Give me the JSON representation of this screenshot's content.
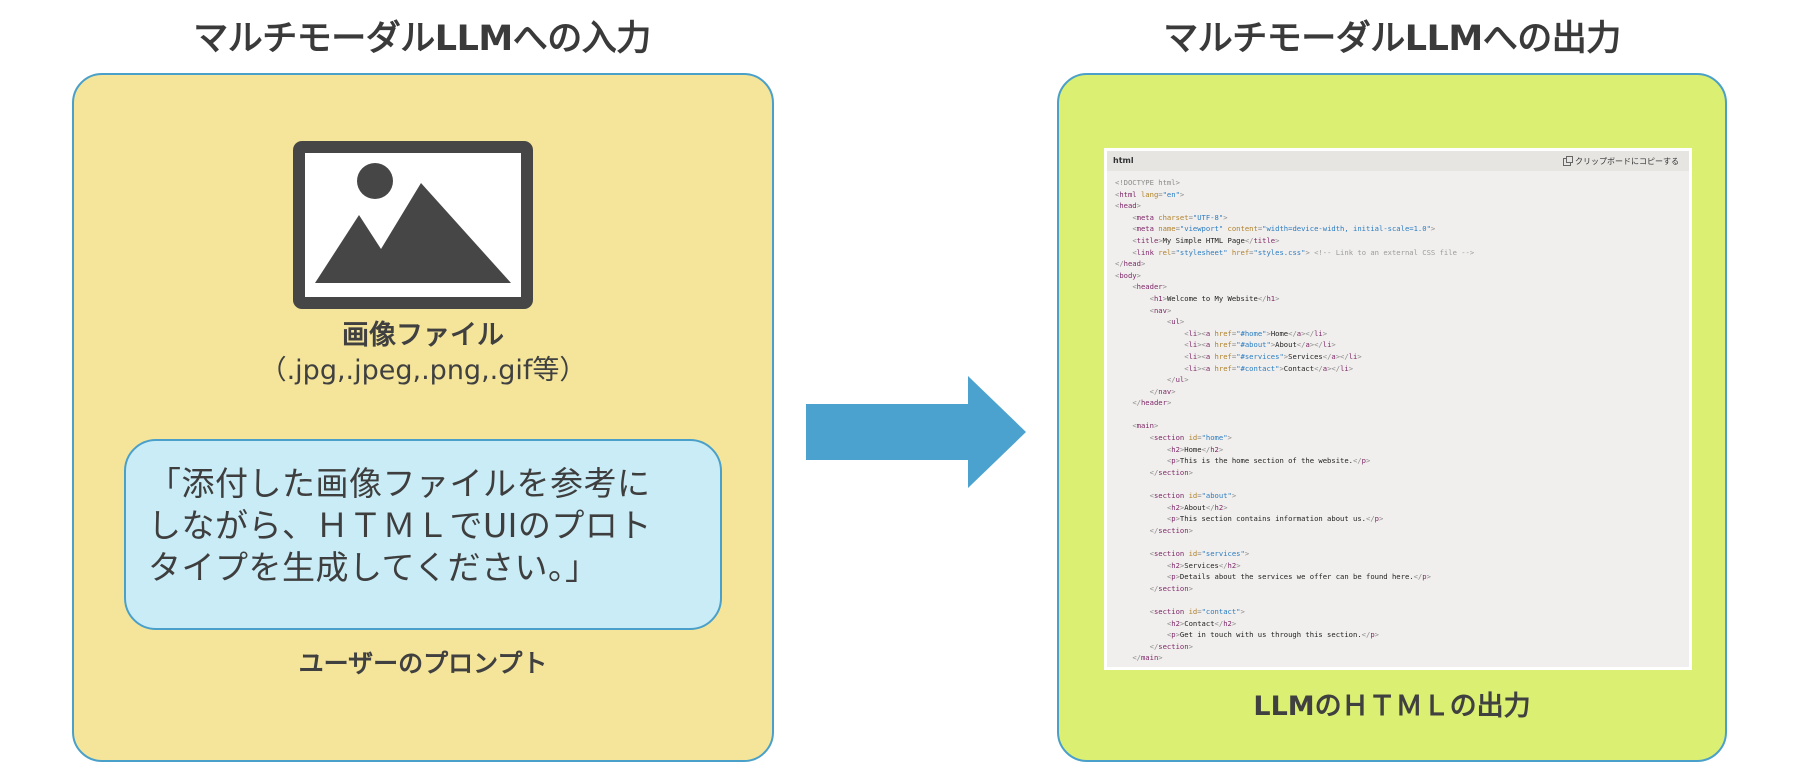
{
  "left": {
    "heading": "マルチモーダルLLMへの入力",
    "file_label": "画像ファイル",
    "file_types": "（.jpg,.jpeg,.png,.gif等）",
    "prompt_lines": [
      "「添付した画像ファイルを参考に",
      "しながら、ＨＴＭＬでUIのプロト",
      "タイプを生成してください。」"
    ],
    "prompt_label": "ユーザーのプロンプト",
    "image_icon": "image-icon"
  },
  "right": {
    "heading": "マルチモーダルLLMへの出力",
    "output_label": "LLMのＨＴＭＬの出力",
    "code": {
      "language": "html",
      "copy_label": "クリップボードにコピーする",
      "lines": [
        [
          [
            "p",
            "<!DOCTYPE html>"
          ]
        ],
        [
          [
            "p",
            "<"
          ],
          [
            "t",
            "html"
          ],
          [
            "a",
            " lang"
          ],
          [
            "p",
            "="
          ],
          [
            "v",
            "\"en\""
          ],
          [
            "p",
            ">"
          ]
        ],
        [
          [
            "p",
            "<"
          ],
          [
            "t",
            "head"
          ],
          [
            "p",
            ">"
          ]
        ],
        [
          [
            "x",
            "    "
          ],
          [
            "p",
            "<"
          ],
          [
            "t",
            "meta"
          ],
          [
            "a",
            " charset"
          ],
          [
            "p",
            "="
          ],
          [
            "v",
            "\"UTF-8\""
          ],
          [
            "p",
            ">"
          ]
        ],
        [
          [
            "x",
            "    "
          ],
          [
            "p",
            "<"
          ],
          [
            "t",
            "meta"
          ],
          [
            "a",
            " name"
          ],
          [
            "p",
            "="
          ],
          [
            "v",
            "\"viewport\""
          ],
          [
            "a",
            " content"
          ],
          [
            "p",
            "="
          ],
          [
            "v",
            "\"width=device-width, initial-scale=1.0\""
          ],
          [
            "p",
            ">"
          ]
        ],
        [
          [
            "x",
            "    "
          ],
          [
            "p",
            "<"
          ],
          [
            "t",
            "title"
          ],
          [
            "p",
            ">"
          ],
          [
            "x",
            "My Simple HTML Page"
          ],
          [
            "p",
            "</"
          ],
          [
            "t",
            "title"
          ],
          [
            "p",
            ">"
          ]
        ],
        [
          [
            "x",
            "    "
          ],
          [
            "p",
            "<"
          ],
          [
            "t",
            "link"
          ],
          [
            "a",
            " rel"
          ],
          [
            "p",
            "="
          ],
          [
            "v",
            "\"stylesheet\""
          ],
          [
            "a",
            " href"
          ],
          [
            "p",
            "="
          ],
          [
            "v",
            "\"styles.css\""
          ],
          [
            "p",
            ">"
          ],
          [
            "c",
            " <!-- Link to an external CSS file -->"
          ]
        ],
        [
          [
            "p",
            "</"
          ],
          [
            "t",
            "head"
          ],
          [
            "p",
            ">"
          ]
        ],
        [
          [
            "p",
            "<"
          ],
          [
            "t",
            "body"
          ],
          [
            "p",
            ">"
          ]
        ],
        [
          [
            "x",
            "    "
          ],
          [
            "p",
            "<"
          ],
          [
            "t",
            "header"
          ],
          [
            "p",
            ">"
          ]
        ],
        [
          [
            "x",
            "        "
          ],
          [
            "p",
            "<"
          ],
          [
            "t",
            "h1"
          ],
          [
            "p",
            ">"
          ],
          [
            "x",
            "Welcome to My Website"
          ],
          [
            "p",
            "</"
          ],
          [
            "t",
            "h1"
          ],
          [
            "p",
            ">"
          ]
        ],
        [
          [
            "x",
            "        "
          ],
          [
            "p",
            "<"
          ],
          [
            "t",
            "nav"
          ],
          [
            "p",
            ">"
          ]
        ],
        [
          [
            "x",
            "            "
          ],
          [
            "p",
            "<"
          ],
          [
            "t",
            "ul"
          ],
          [
            "p",
            ">"
          ]
        ],
        [
          [
            "x",
            "                "
          ],
          [
            "p",
            "<"
          ],
          [
            "t",
            "li"
          ],
          [
            "p",
            "><"
          ],
          [
            "t",
            "a"
          ],
          [
            "a",
            " href"
          ],
          [
            "p",
            "="
          ],
          [
            "v",
            "\"#home\""
          ],
          [
            "p",
            ">"
          ],
          [
            "x",
            "Home"
          ],
          [
            "p",
            "</"
          ],
          [
            "t",
            "a"
          ],
          [
            "p",
            "></"
          ],
          [
            "t",
            "li"
          ],
          [
            "p",
            ">"
          ]
        ],
        [
          [
            "x",
            "                "
          ],
          [
            "p",
            "<"
          ],
          [
            "t",
            "li"
          ],
          [
            "p",
            "><"
          ],
          [
            "t",
            "a"
          ],
          [
            "a",
            " href"
          ],
          [
            "p",
            "="
          ],
          [
            "v",
            "\"#about\""
          ],
          [
            "p",
            ">"
          ],
          [
            "x",
            "About"
          ],
          [
            "p",
            "</"
          ],
          [
            "t",
            "a"
          ],
          [
            "p",
            "></"
          ],
          [
            "t",
            "li"
          ],
          [
            "p",
            ">"
          ]
        ],
        [
          [
            "x",
            "                "
          ],
          [
            "p",
            "<"
          ],
          [
            "t",
            "li"
          ],
          [
            "p",
            "><"
          ],
          [
            "t",
            "a"
          ],
          [
            "a",
            " href"
          ],
          [
            "p",
            "="
          ],
          [
            "v",
            "\"#services\""
          ],
          [
            "p",
            ">"
          ],
          [
            "x",
            "Services"
          ],
          [
            "p",
            "</"
          ],
          [
            "t",
            "a"
          ],
          [
            "p",
            "></"
          ],
          [
            "t",
            "li"
          ],
          [
            "p",
            ">"
          ]
        ],
        [
          [
            "x",
            "                "
          ],
          [
            "p",
            "<"
          ],
          [
            "t",
            "li"
          ],
          [
            "p",
            "><"
          ],
          [
            "t",
            "a"
          ],
          [
            "a",
            " href"
          ],
          [
            "p",
            "="
          ],
          [
            "v",
            "\"#contact\""
          ],
          [
            "p",
            ">"
          ],
          [
            "x",
            "Contact"
          ],
          [
            "p",
            "</"
          ],
          [
            "t",
            "a"
          ],
          [
            "p",
            "></"
          ],
          [
            "t",
            "li"
          ],
          [
            "p",
            ">"
          ]
        ],
        [
          [
            "x",
            "            "
          ],
          [
            "p",
            "</"
          ],
          [
            "t",
            "ul"
          ],
          [
            "p",
            ">"
          ]
        ],
        [
          [
            "x",
            "        "
          ],
          [
            "p",
            "</"
          ],
          [
            "t",
            "nav"
          ],
          [
            "p",
            ">"
          ]
        ],
        [
          [
            "x",
            "    "
          ],
          [
            "p",
            "</"
          ],
          [
            "t",
            "header"
          ],
          [
            "p",
            ">"
          ]
        ],
        [
          [
            "x",
            ""
          ]
        ],
        [
          [
            "x",
            "    "
          ],
          [
            "p",
            "<"
          ],
          [
            "t",
            "main"
          ],
          [
            "p",
            ">"
          ]
        ],
        [
          [
            "x",
            "        "
          ],
          [
            "p",
            "<"
          ],
          [
            "t",
            "section"
          ],
          [
            "a",
            " id"
          ],
          [
            "p",
            "="
          ],
          [
            "v",
            "\"home\""
          ],
          [
            "p",
            ">"
          ]
        ],
        [
          [
            "x",
            "            "
          ],
          [
            "p",
            "<"
          ],
          [
            "t",
            "h2"
          ],
          [
            "p",
            ">"
          ],
          [
            "x",
            "Home"
          ],
          [
            "p",
            "</"
          ],
          [
            "t",
            "h2"
          ],
          [
            "p",
            ">"
          ]
        ],
        [
          [
            "x",
            "            "
          ],
          [
            "p",
            "<"
          ],
          [
            "t",
            "p"
          ],
          [
            "p",
            ">"
          ],
          [
            "x",
            "This is the home section of the website."
          ],
          [
            "p",
            "</"
          ],
          [
            "t",
            "p"
          ],
          [
            "p",
            ">"
          ]
        ],
        [
          [
            "x",
            "        "
          ],
          [
            "p",
            "</"
          ],
          [
            "t",
            "section"
          ],
          [
            "p",
            ">"
          ]
        ],
        [
          [
            "x",
            ""
          ]
        ],
        [
          [
            "x",
            "        "
          ],
          [
            "p",
            "<"
          ],
          [
            "t",
            "section"
          ],
          [
            "a",
            " id"
          ],
          [
            "p",
            "="
          ],
          [
            "v",
            "\"about\""
          ],
          [
            "p",
            ">"
          ]
        ],
        [
          [
            "x",
            "            "
          ],
          [
            "p",
            "<"
          ],
          [
            "t",
            "h2"
          ],
          [
            "p",
            ">"
          ],
          [
            "x",
            "About"
          ],
          [
            "p",
            "</"
          ],
          [
            "t",
            "h2"
          ],
          [
            "p",
            ">"
          ]
        ],
        [
          [
            "x",
            "            "
          ],
          [
            "p",
            "<"
          ],
          [
            "t",
            "p"
          ],
          [
            "p",
            ">"
          ],
          [
            "x",
            "This section contains information about us."
          ],
          [
            "p",
            "</"
          ],
          [
            "t",
            "p"
          ],
          [
            "p",
            ">"
          ]
        ],
        [
          [
            "x",
            "        "
          ],
          [
            "p",
            "</"
          ],
          [
            "t",
            "section"
          ],
          [
            "p",
            ">"
          ]
        ],
        [
          [
            "x",
            ""
          ]
        ],
        [
          [
            "x",
            "        "
          ],
          [
            "p",
            "<"
          ],
          [
            "t",
            "section"
          ],
          [
            "a",
            " id"
          ],
          [
            "p",
            "="
          ],
          [
            "v",
            "\"services\""
          ],
          [
            "p",
            ">"
          ]
        ],
        [
          [
            "x",
            "            "
          ],
          [
            "p",
            "<"
          ],
          [
            "t",
            "h2"
          ],
          [
            "p",
            ">"
          ],
          [
            "x",
            "Services"
          ],
          [
            "p",
            "</"
          ],
          [
            "t",
            "h2"
          ],
          [
            "p",
            ">"
          ]
        ],
        [
          [
            "x",
            "            "
          ],
          [
            "p",
            "<"
          ],
          [
            "t",
            "p"
          ],
          [
            "p",
            ">"
          ],
          [
            "x",
            "Details about the services we offer can be found here."
          ],
          [
            "p",
            "</"
          ],
          [
            "t",
            "p"
          ],
          [
            "p",
            ">"
          ]
        ],
        [
          [
            "x",
            "        "
          ],
          [
            "p",
            "</"
          ],
          [
            "t",
            "section"
          ],
          [
            "p",
            ">"
          ]
        ],
        [
          [
            "x",
            ""
          ]
        ],
        [
          [
            "x",
            "        "
          ],
          [
            "p",
            "<"
          ],
          [
            "t",
            "section"
          ],
          [
            "a",
            " id"
          ],
          [
            "p",
            "="
          ],
          [
            "v",
            "\"contact\""
          ],
          [
            "p",
            ">"
          ]
        ],
        [
          [
            "x",
            "            "
          ],
          [
            "p",
            "<"
          ],
          [
            "t",
            "h2"
          ],
          [
            "p",
            ">"
          ],
          [
            "x",
            "Contact"
          ],
          [
            "p",
            "</"
          ],
          [
            "t",
            "h2"
          ],
          [
            "p",
            ">"
          ]
        ],
        [
          [
            "x",
            "            "
          ],
          [
            "p",
            "<"
          ],
          [
            "t",
            "p"
          ],
          [
            "p",
            ">"
          ],
          [
            "x",
            "Get in touch with us through this section."
          ],
          [
            "p",
            "</"
          ],
          [
            "t",
            "p"
          ],
          [
            "p",
            ">"
          ]
        ],
        [
          [
            "x",
            "        "
          ],
          [
            "p",
            "</"
          ],
          [
            "t",
            "section"
          ],
          [
            "p",
            ">"
          ]
        ],
        [
          [
            "x",
            "    "
          ],
          [
            "p",
            "</"
          ],
          [
            "t",
            "main"
          ],
          [
            "p",
            ">"
          ]
        ]
      ]
    }
  },
  "arrow": {
    "color": "#4ba2cf",
    "icon": "right-arrow-icon"
  },
  "colors": {
    "left_panel": "#f4e59b",
    "right_panel": "#dbef72",
    "prompt_box": "#c9ecf7",
    "border": "#4aa0c9"
  }
}
